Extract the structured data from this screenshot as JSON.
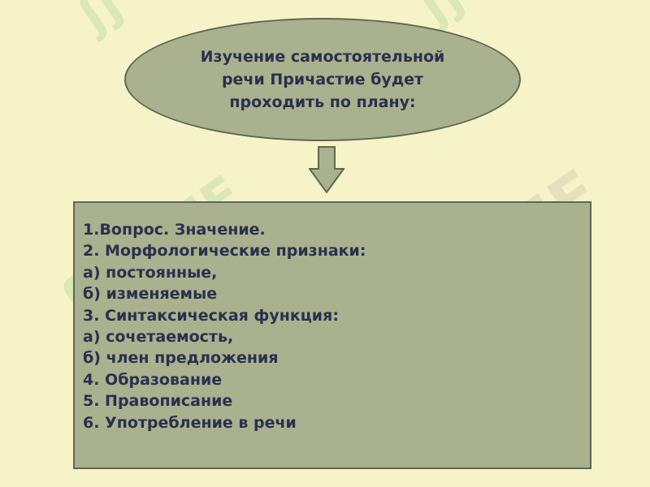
{
  "header": {
    "title": "Изучение самостоятельной речи Причастие будет проходить по плану:"
  },
  "plan": {
    "items": [
      "1.Вопрос. Значение.",
      "2. Морфологические признаки:",
      "а) постоянные,",
      "б) изменяемые",
      "3. Синтаксическая функция:",
      "а) сочетаемость,",
      "б) член предложения",
      "4. Образование",
      "5. Правописание",
      "6. Употребление в речи"
    ]
  },
  "watermark": {
    "text": "SOFF"
  },
  "colors": {
    "background": "#f7f3c8",
    "shape_fill": "#a9b18e",
    "shape_border": "#5c6a4e",
    "text": "#2d2f4e"
  }
}
